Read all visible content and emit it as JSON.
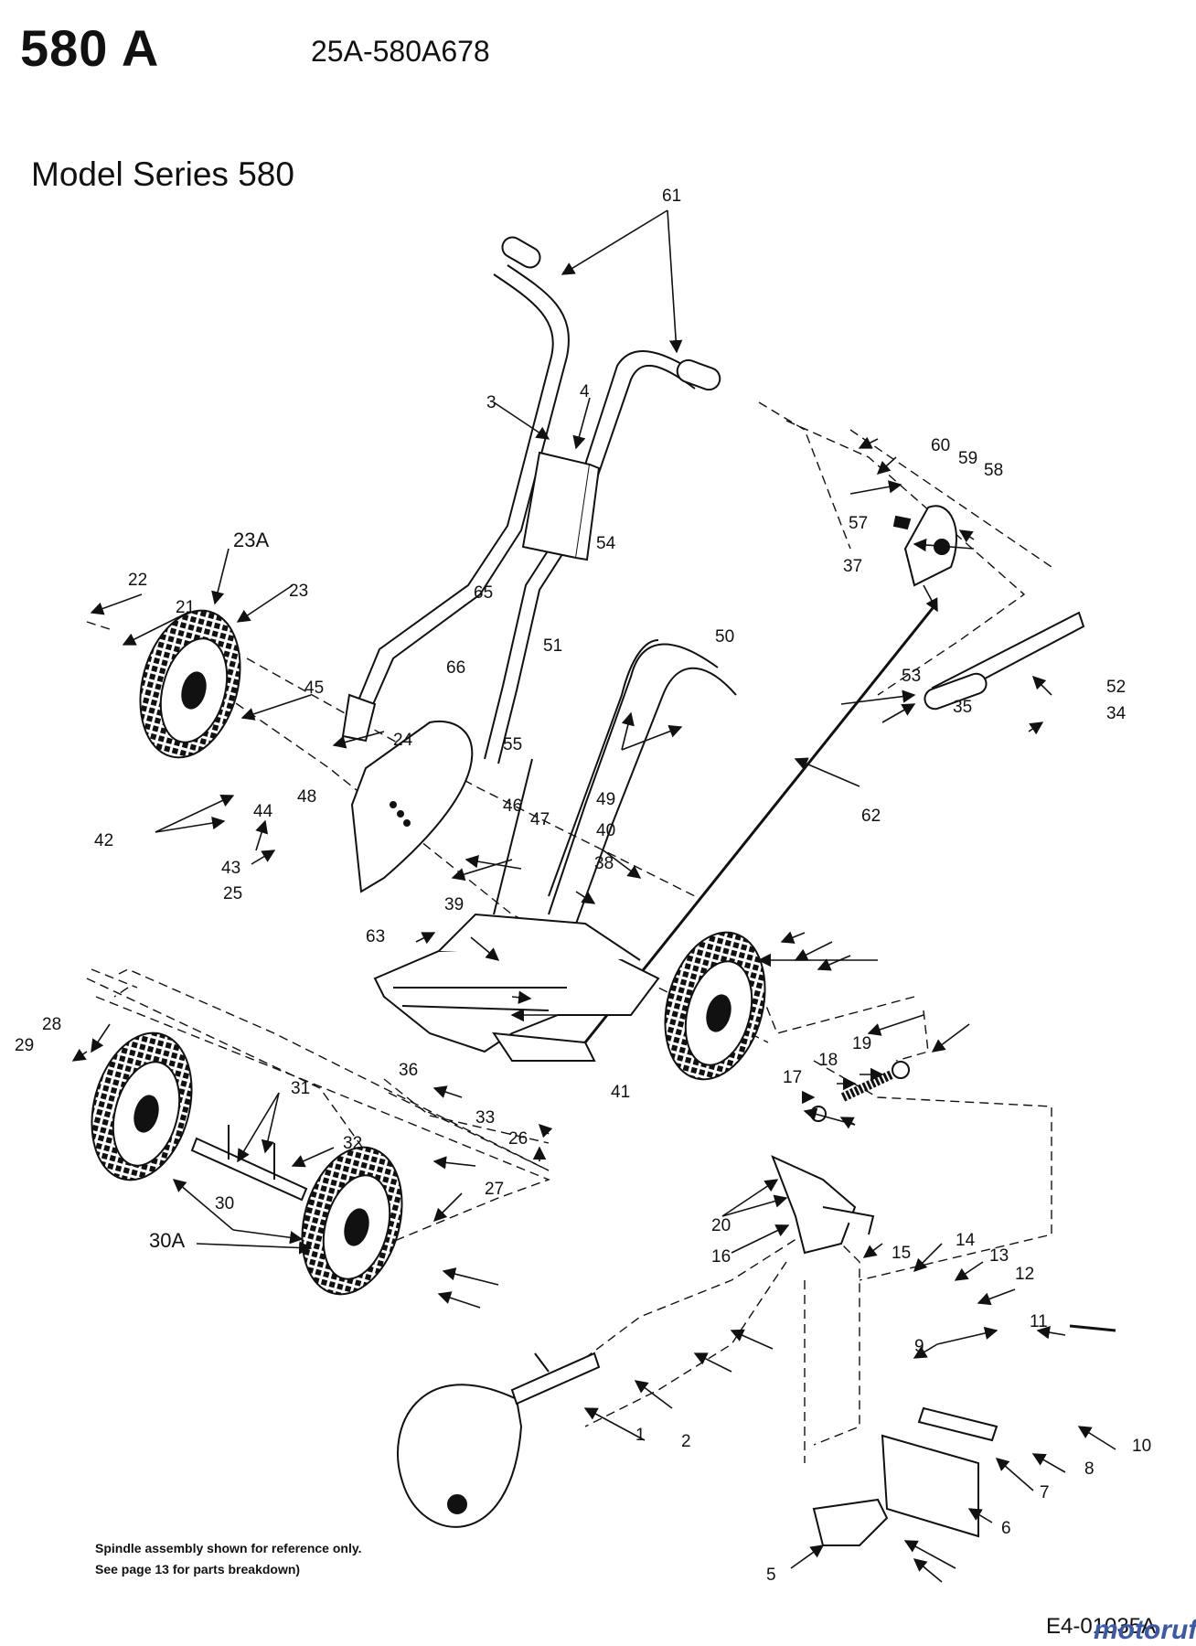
{
  "header": {
    "model": "580 A",
    "part_number": "25A-580A678",
    "series": "Model Series 580"
  },
  "footer": {
    "note_line1": "Spindle assembly shown for reference only.",
    "note_line2": "See page 13 for parts breakdown)",
    "drawing_code": "E4-01035A",
    "watermark": "motoruf"
  },
  "callouts": [
    "61",
    "3",
    "4",
    "65",
    "54",
    "23A",
    "22",
    "21",
    "23",
    "66",
    "45",
    "24",
    "42",
    "44",
    "48",
    "46",
    "47",
    "43",
    "25",
    "51",
    "50",
    "55",
    "49",
    "40",
    "38",
    "39",
    "63",
    "60",
    "59",
    "58",
    "57",
    "37",
    "53",
    "52",
    "35",
    "34",
    "62",
    "28",
    "29",
    "31",
    "32",
    "30",
    "30A",
    "27",
    "33",
    "36",
    "41",
    "26",
    "20",
    "16",
    "15",
    "14",
    "13",
    "12",
    "18",
    "19",
    "17",
    "11",
    "9",
    "10",
    "8",
    "7",
    "6",
    "5",
    "2",
    "1"
  ],
  "colors": {
    "line": "#111111",
    "background": "#ffffff",
    "watermark": "#3c59a6"
  }
}
